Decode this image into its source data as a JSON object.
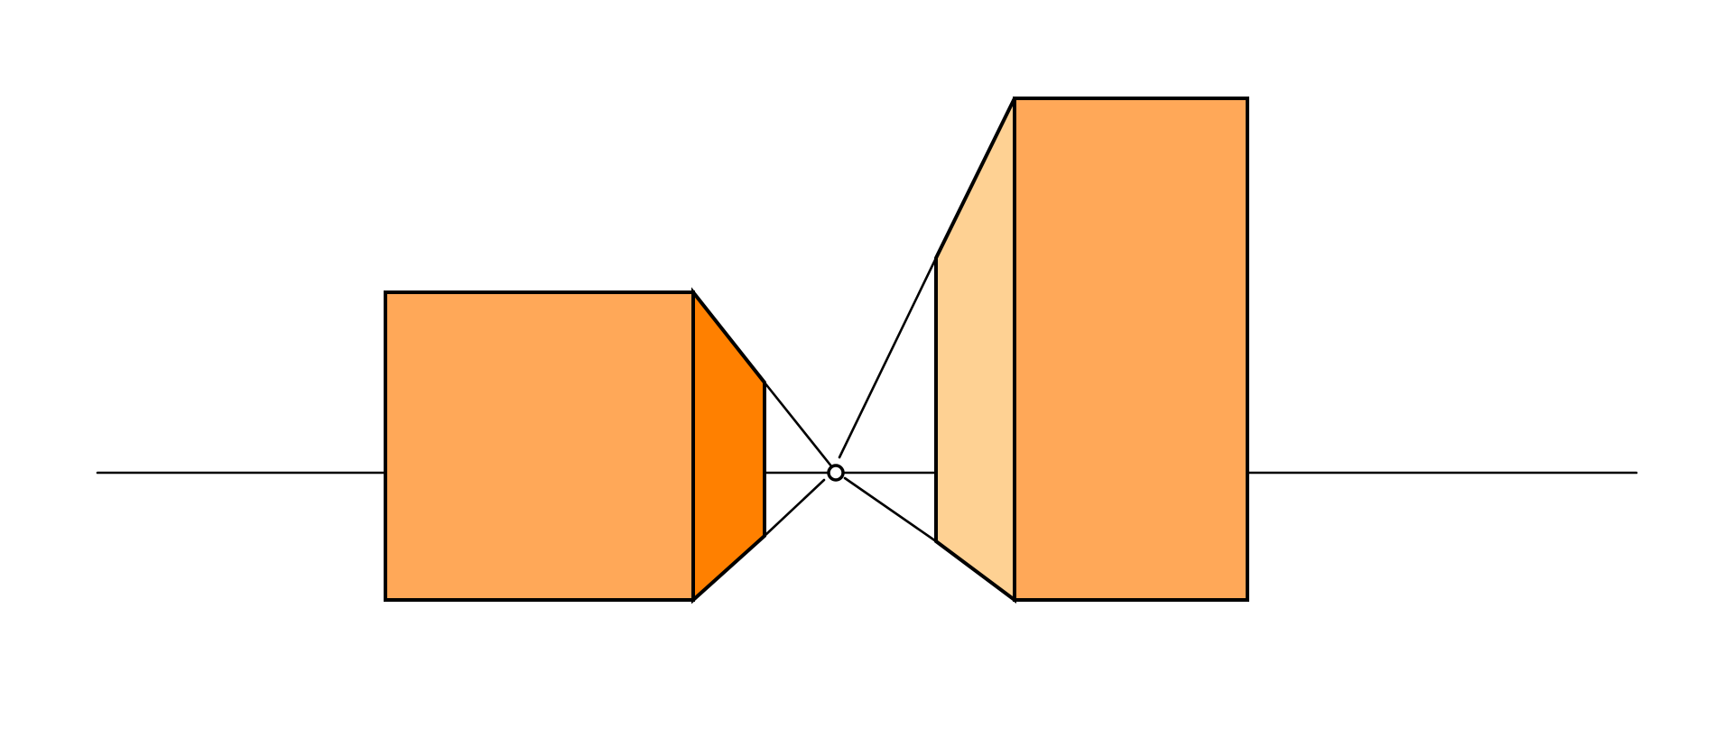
{
  "diagram": {
    "subject": "one-point-perspective",
    "elements": [
      "horizon-line",
      "vanishing-point",
      "left-box",
      "right-box"
    ]
  },
  "colors": {
    "background": "#ffffff",
    "line": "#000000",
    "front_face": "#ffa858",
    "left_box_side_face": "#ff8000",
    "right_box_side_face": "#fed193",
    "vanishing_point_fill": "#ffffff"
  }
}
